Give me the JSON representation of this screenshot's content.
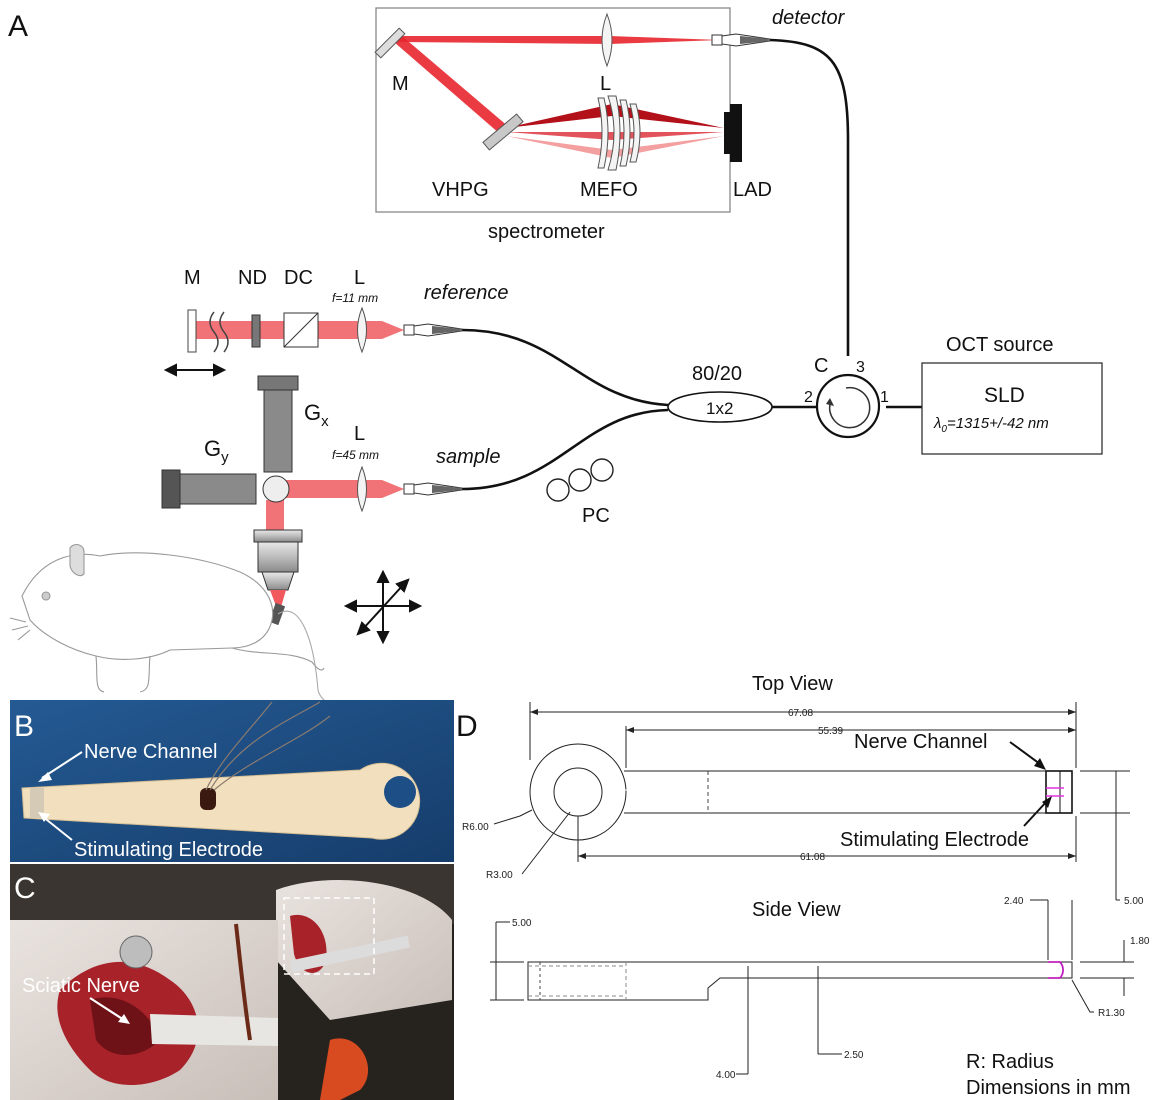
{
  "panels": {
    "a": "A",
    "b": "B",
    "c": "C",
    "d": "D"
  },
  "spectrometer": {
    "title": "spectrometer",
    "mirror": "M",
    "lens": "L",
    "grating": "VHPG",
    "objective": "MEFO",
    "camera": "LAD",
    "detector": "detector"
  },
  "reference_arm": {
    "mirror": "M",
    "nd": "ND",
    "dc": "DC",
    "lens": "L",
    "focal": "f=11 mm",
    "label": "reference"
  },
  "sample_arm": {
    "gy": "G",
    "gy_sub": "y",
    "gx": "G",
    "gx_sub": "x",
    "lens": "L",
    "focal": "f=45 mm",
    "label": "sample",
    "pc": "PC"
  },
  "coupler": {
    "ratio": "80/20",
    "type": "1x2"
  },
  "circulator": {
    "label": "C",
    "port1": "1",
    "port2": "2",
    "port3": "3"
  },
  "source": {
    "title": "OCT source",
    "name": "SLD",
    "lambda_sym": "λ",
    "lambda_sub": "0",
    "lambda_val": "=1315+/-42 nm"
  },
  "photo_b": {
    "nerve_channel": "Nerve Channel",
    "stim_electrode": "Stimulating Electrode"
  },
  "photo_c": {
    "sciatic": "Sciatic Nerve"
  },
  "drawing_d": {
    "top_view": "Top View",
    "side_view": "Side View",
    "nerve_channel": "Nerve Channel",
    "stim_electrode": "Stimulating Electrode",
    "dims": {
      "d6708": "67.08",
      "d5539": "55.39",
      "d6108": "61.08",
      "r600": "R6.00",
      "r300": "R3.00",
      "d500a": "5.00",
      "d500b": "5.00",
      "d240": "2.40",
      "d180": "1.80",
      "r130": "R1.30",
      "d400": "4.00",
      "d250": "2.50"
    },
    "legend1": "R: Radius",
    "legend2": "Dimensions in mm"
  },
  "colors": {
    "beam": "#f05a5f",
    "beam_dark": "#b3111a",
    "beam_light": "#f4a0a0",
    "photo_b_bg": "#1d4f86",
    "printed_part": "#f2dfbe",
    "tissue": "#a8222a"
  }
}
